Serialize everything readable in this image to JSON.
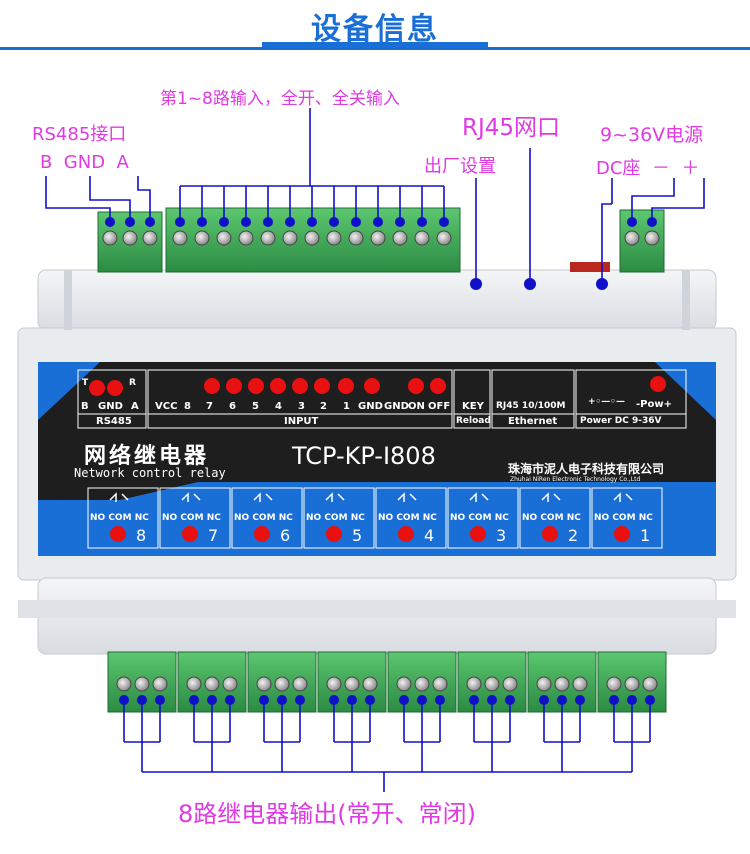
{
  "header": {
    "title": "设备信息"
  },
  "callouts": {
    "inputs": "第1~8路输入，全开、全关输入",
    "rs485": "RS485接口",
    "rs485_pins": "B  GND  A",
    "rj45": "RJ45网口",
    "power": "9~36V电源",
    "factory": "出厂设置",
    "dc": "DC座  －  ＋",
    "outputs": "8路继电器输出(常开、常闭)"
  },
  "panel": {
    "rs485": {
      "t": "T",
      "r": "R",
      "pins": [
        "B",
        "GND",
        "A"
      ],
      "label": "RS485"
    },
    "input": {
      "pins": [
        "VCC",
        "8",
        "7",
        "6",
        "5",
        "4",
        "3",
        "2",
        "1",
        "GND",
        "GND",
        "ON",
        "OFF"
      ],
      "label": "INPUT"
    },
    "key": {
      "top": "KEY",
      "bottom": "Reload"
    },
    "ethernet": {
      "top": "RJ45 10/100M",
      "bottom": "Ethernet"
    },
    "power": {
      "symbol": "+◦—◦—",
      "pow": "-Pow+",
      "bottom": "Power DC 9-36V"
    },
    "name_cn": "网络继电器",
    "name_en": "Network control relay",
    "model": "TCP-KP-I808",
    "company_cn": "珠海市泥人电子科技有限公司",
    "company_en": "Zhuhai NiRen Electronic Technology Co.,Ltd",
    "relay_pins": [
      "NO",
      "COM",
      "NC"
    ],
    "relays": [
      "8",
      "7",
      "6",
      "5",
      "4",
      "3",
      "2",
      "1"
    ]
  },
  "colors": {
    "accent": "#1a6fd6",
    "callout": "#e03be3",
    "line": "#1010c8",
    "led": "#e81010",
    "terminal": "#3fae5a",
    "panel": "#1e1e1e"
  }
}
